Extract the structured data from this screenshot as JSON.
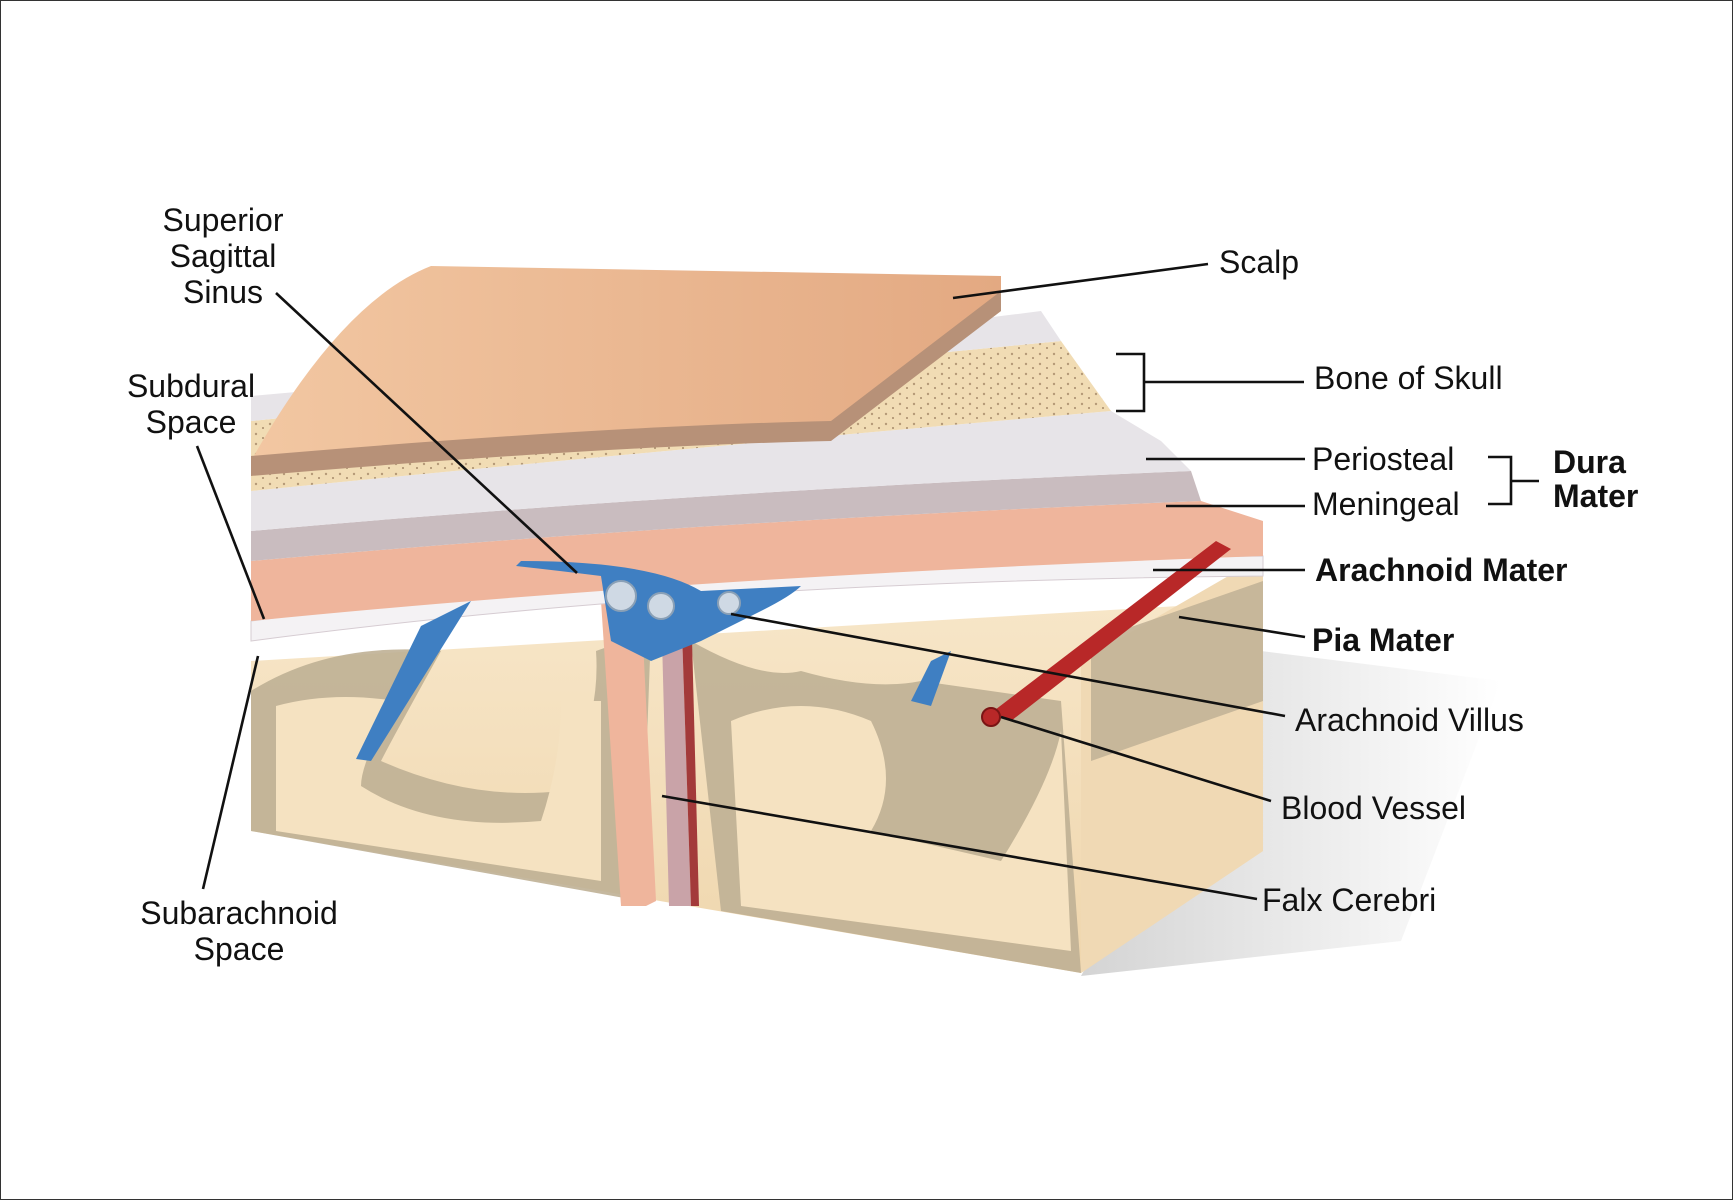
{
  "labels": {
    "superior_sagittal_sinus": [
      "Superior",
      "Sagittal",
      "Sinus"
    ],
    "subdural_space": [
      "Subdural",
      "Space"
    ],
    "subarachnoid_space": [
      "Subarachnoid",
      "Space"
    ],
    "scalp": "Scalp",
    "bone_of_skull": "Bone of Skull",
    "periosteal": "Periosteal",
    "meningeal": "Meningeal",
    "dura_mater": [
      "Dura",
      "Mater"
    ],
    "arachnoid_mater": "Arachnoid Mater",
    "pia_mater": "Pia Mater",
    "arachnoid_villus": "Arachnoid Villus",
    "blood_vessel": "Blood Vessel",
    "falx_cerebri": "Falx Cerebri"
  },
  "colors": {
    "scalp": "#e9b48c",
    "bone": "#f1dcb4",
    "periosteal": "#c9bcbf",
    "meningeal": "#efb59c",
    "arachnoid": "#f4f2f4",
    "pia_tissue": "#bfb095",
    "brain": "#f3dfbd",
    "vein": "#3f7fc2",
    "artery": "#b82828"
  }
}
